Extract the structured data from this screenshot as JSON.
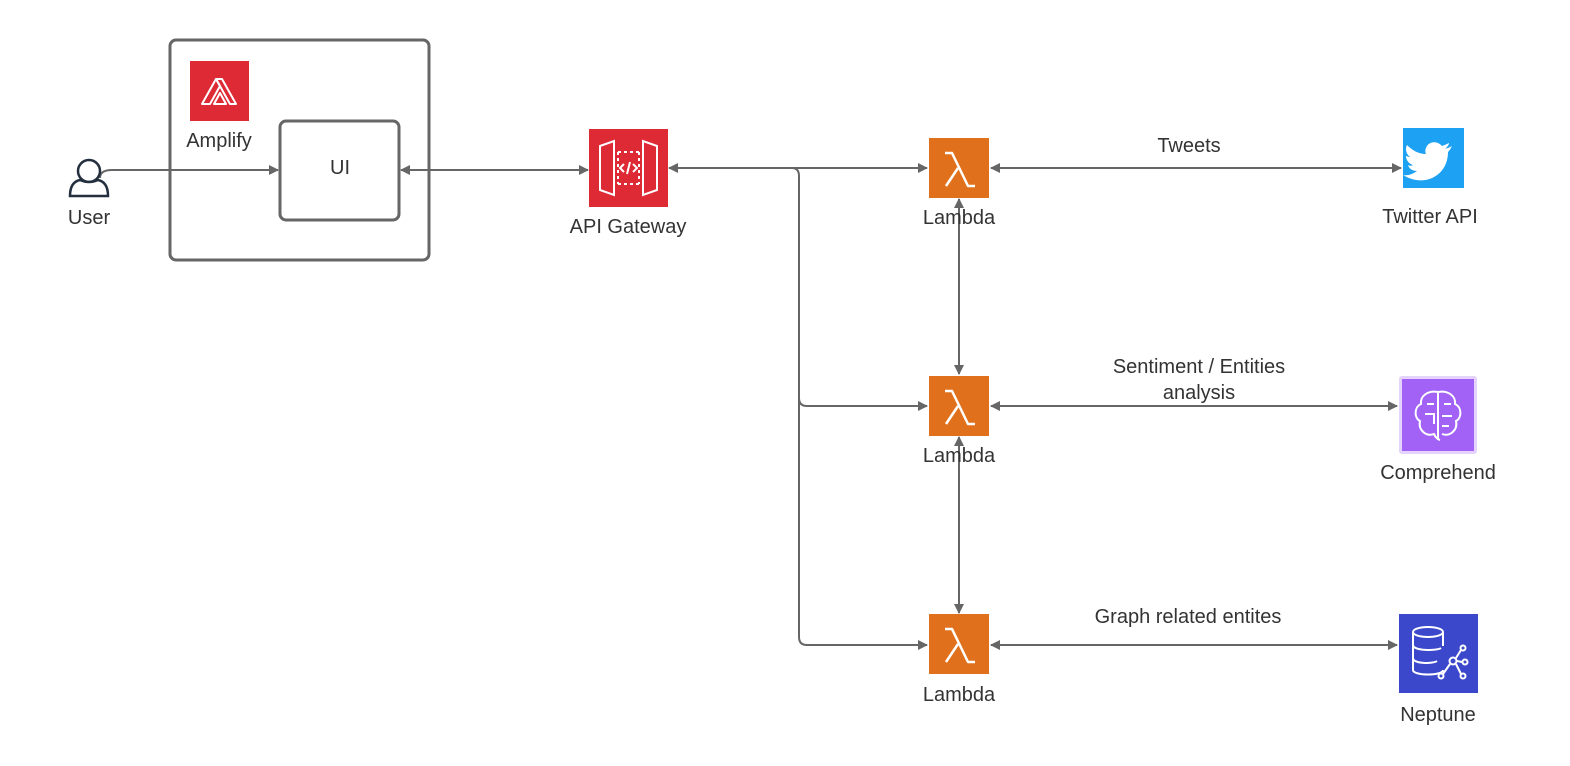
{
  "colors": {
    "amplify": "#dd2a35",
    "api_gateway": "#dd2a35",
    "lambda": "#e0701c",
    "twitter": "#1da1f2",
    "comprehend": "#a262f5",
    "neptune": "#3b48cc",
    "connector": "#666666",
    "container_border": "#666666"
  },
  "nodes": {
    "user": {
      "label": "User",
      "icon": "user-icon"
    },
    "amplify": {
      "label": "Amplify",
      "icon": "amplify-icon"
    },
    "ui": {
      "label": "UI"
    },
    "api_gateway": {
      "label": "API Gateway",
      "icon": "api-gateway-icon"
    },
    "lambda_1": {
      "label": "Lambda",
      "icon": "lambda-icon"
    },
    "lambda_2": {
      "label": "Lambda",
      "icon": "lambda-icon"
    },
    "lambda_3": {
      "label": "Lambda",
      "icon": "lambda-icon"
    },
    "twitter": {
      "label": "Twitter API",
      "icon": "twitter-icon"
    },
    "comprehend": {
      "label": "Comprehend",
      "icon": "comprehend-icon"
    },
    "neptune": {
      "label": "Neptune",
      "icon": "neptune-icon"
    }
  },
  "edges": {
    "tweets": {
      "label": "Tweets"
    },
    "sentiment": {
      "label_line1": "Sentiment / Entities",
      "label_line2": "analysis"
    },
    "graph": {
      "label": "Graph related entites"
    }
  }
}
